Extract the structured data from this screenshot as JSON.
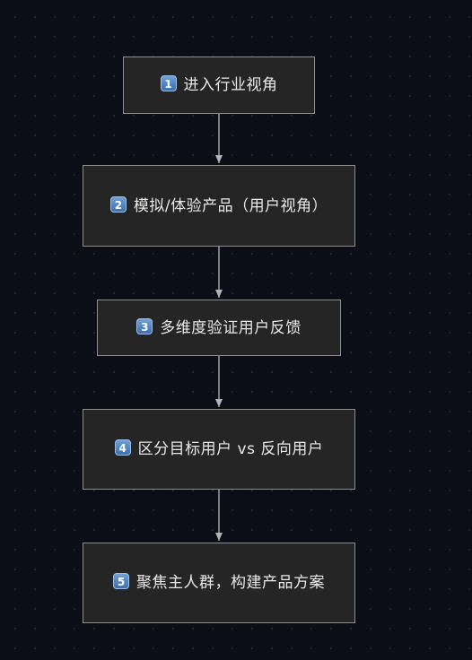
{
  "flowchart": {
    "steps": [
      {
        "number": "1",
        "label": "进入行业视角"
      },
      {
        "number": "2",
        "label": "模拟/体验产品（用户视角）"
      },
      {
        "number": "3",
        "label": "多维度验证用户反馈"
      },
      {
        "number": "4",
        "label": "区分目标用户 vs 反向用户"
      },
      {
        "number": "5",
        "label": "聚焦主人群，构建产品方案"
      }
    ],
    "colors": {
      "background": "#0b0e16",
      "node_fill": "#252525",
      "node_border": "#8e8e8e",
      "text": "#e9e9e9",
      "connector": "#b5b5b5",
      "badge": "#4f82c2"
    }
  }
}
